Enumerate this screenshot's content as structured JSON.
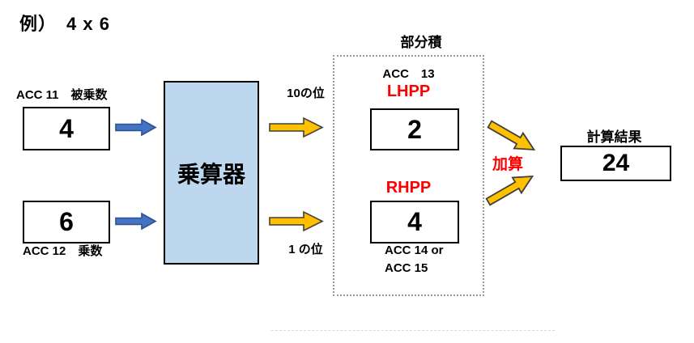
{
  "title": "例）　4 x 6",
  "inputs": {
    "multiplicand": {
      "register_label": "ACC 11　被乗数",
      "value": "4"
    },
    "multiplier": {
      "register_label": "ACC 12　乗数",
      "value": "6"
    }
  },
  "multiplier_unit": {
    "label": "乗算器"
  },
  "output_labels": {
    "tens": "10の位",
    "ones": "1 の位"
  },
  "partial_product": {
    "title": "部分積",
    "register": "ACC　13",
    "lhpp": {
      "label": "LHPP",
      "value": "2"
    },
    "rhpp": {
      "label": "RHPP",
      "value": "4"
    },
    "rhpp_register_line1": "ACC 14 or",
    "rhpp_register_line2": "ACC 15"
  },
  "addition": {
    "label": "加算"
  },
  "result": {
    "title": "計算結果",
    "value": "24"
  },
  "colors": {
    "blue_arrow_fill": "#4472C4",
    "blue_arrow_stroke": "#2F528F",
    "yellow_arrow_fill": "#FFC000",
    "yellow_arrow_stroke": "#3F3F3F",
    "multiplier_box_fill": "#BDD7EE",
    "accent_red": "#FF0000",
    "dotted_border": "#9A9A9A"
  }
}
